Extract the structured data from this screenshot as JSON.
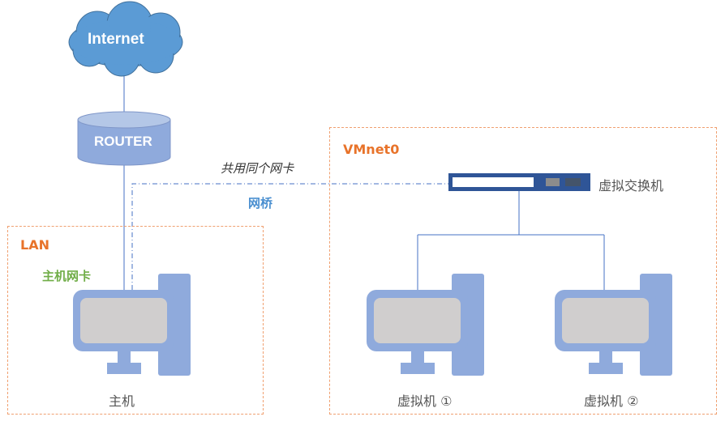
{
  "cloud": {
    "label": "Internet"
  },
  "router": {
    "label": "ROUTER"
  },
  "bridge": {
    "shared_nic": "共用同个网卡",
    "bridge_label": "网桥"
  },
  "lan": {
    "title": "LAN",
    "host_nic": "主机网卡",
    "host_label": "主机"
  },
  "vmnet": {
    "title": "VMnet0",
    "switch_label": "虚拟交换机",
    "vm1_label": "虚拟机 ①",
    "vm2_label": "虚拟机 ②"
  },
  "colors": {
    "device_blue": "#8faadc",
    "screen_gray": "#d0cece",
    "cloud_blue": "#5b9bd5",
    "box_border": "#f0a070",
    "switch_navy": "#2f5597"
  }
}
